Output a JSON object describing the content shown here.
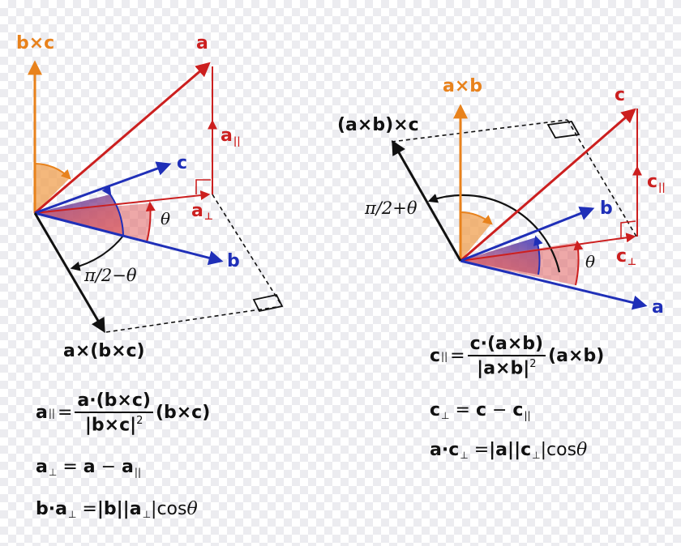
{
  "diagram_left": {
    "labels": {
      "bxc": "b×c",
      "a": "a",
      "a_par": "a",
      "c": "c",
      "a_perp": "a",
      "theta": "θ",
      "b": "b",
      "pi2_minus": "π/2−θ",
      "axbxc": "a×(b×c)"
    },
    "equations": {
      "eq1": {
        "lhs": "a",
        "eq": "=",
        "num": "a·(b×c)",
        "den": "|b×c|",
        "sq": "2",
        "rhs": "(b×c)"
      },
      "eq2": {
        "lhs": "a",
        "eq": "=",
        "rhs1": "a",
        "minus": "−",
        "rhs2": "a"
      },
      "eq3": {
        "lhs1": "b·a",
        "eq": "=",
        "mag_b": "|b|",
        "mag_a": "|a",
        "bar": "|",
        "cos": "cos",
        "theta": "θ"
      }
    }
  },
  "diagram_right": {
    "labels": {
      "axb": "a×b",
      "c": "c",
      "axbxc": "(a×b)×c",
      "c_par": "c",
      "pi2_plus": "π/2+θ",
      "b": "b",
      "theta": "θ",
      "c_perp": "c",
      "a": "a"
    },
    "equations": {
      "eq1": {
        "lhs": "c",
        "eq": "=",
        "num": "c·(a×b)",
        "den": "|a×b|",
        "sq": "2",
        "rhs": "(a×b)"
      },
      "eq2": {
        "lhs": "c",
        "eq": "=",
        "rhs1": "c",
        "minus": "−",
        "rhs2": "c"
      },
      "eq3": {
        "lhs1": "a·c",
        "eq": "=",
        "mag_a": "|a|",
        "mag_c": "|c",
        "bar": "|",
        "cos": "cos",
        "theta": "θ"
      }
    }
  },
  "symbols": {
    "parallel": "||",
    "perp": "⊥"
  },
  "colors": {
    "red": "#cc1f1f",
    "blue": "#1f2fb8",
    "orange": "#e8821c",
    "black": "#111111"
  }
}
